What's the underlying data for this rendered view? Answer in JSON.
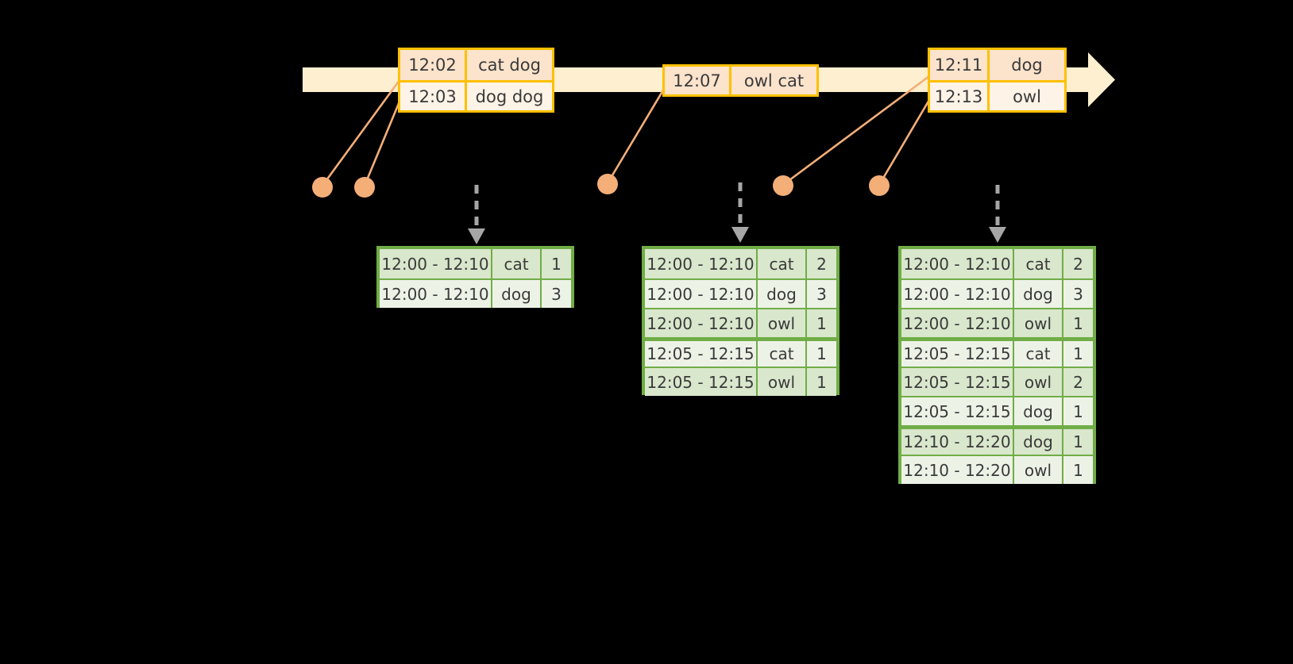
{
  "diagram": {
    "title": "windowed-word-count-timeline",
    "colors": {
      "background": "#000000",
      "timeline_bar": "#FDEFCF",
      "event_border": "#FFC000",
      "event_fill_top": "#FCE3CC",
      "event_fill_bottom": "#FDF3E7",
      "connector": "#F4AE78",
      "dot": "#F4AE78",
      "table_border": "#70AD47",
      "table_fill_even": "#D9E7CC",
      "table_fill_odd": "#EDF2E7",
      "arrow": "#A6A6A6"
    }
  },
  "timeline": {
    "arrow_icon": "right-arrow-icon",
    "events": [
      {
        "id": "event-group-1",
        "rows": [
          {
            "time": "12:02",
            "words": "cat dog"
          },
          {
            "time": "12:03",
            "words": "dog dog"
          }
        ]
      },
      {
        "id": "event-group-2",
        "rows": [
          {
            "time": "12:07",
            "words": "owl cat"
          }
        ]
      },
      {
        "id": "event-group-3",
        "rows": [
          {
            "time": "12:11",
            "words": "dog"
          },
          {
            "time": "12:13",
            "words": "owl"
          }
        ]
      }
    ]
  },
  "results": [
    {
      "id": "result-table-1",
      "rows": [
        {
          "window": "12:00 - 12:10",
          "word": "cat",
          "count": "1",
          "group": 0
        },
        {
          "window": "12:00 - 12:10",
          "word": "dog",
          "count": "3",
          "group": 0
        }
      ]
    },
    {
      "id": "result-table-2",
      "rows": [
        {
          "window": "12:00 - 12:10",
          "word": "cat",
          "count": "2",
          "group": 0
        },
        {
          "window": "12:00 - 12:10",
          "word": "dog",
          "count": "3",
          "group": 0
        },
        {
          "window": "12:00 - 12:10",
          "word": "owl",
          "count": "1",
          "group": 0
        },
        {
          "window": "12:05 - 12:15",
          "word": "cat",
          "count": "1",
          "group": 1
        },
        {
          "window": "12:05 - 12:15",
          "word": "owl",
          "count": "1",
          "group": 1
        }
      ]
    },
    {
      "id": "result-table-3",
      "rows": [
        {
          "window": "12:00 - 12:10",
          "word": "cat",
          "count": "2",
          "group": 0
        },
        {
          "window": "12:00 - 12:10",
          "word": "dog",
          "count": "3",
          "group": 0
        },
        {
          "window": "12:00 - 12:10",
          "word": "owl",
          "count": "1",
          "group": 0
        },
        {
          "window": "12:05 - 12:15",
          "word": "cat",
          "count": "1",
          "group": 1
        },
        {
          "window": "12:05 - 12:15",
          "word": "owl",
          "count": "2",
          "group": 1
        },
        {
          "window": "12:05 - 12:15",
          "word": "dog",
          "count": "1",
          "group": 1
        },
        {
          "window": "12:10 - 12:20",
          "word": "dog",
          "count": "1",
          "group": 2
        },
        {
          "window": "12:10 - 12:20",
          "word": "owl",
          "count": "1",
          "group": 2
        }
      ]
    }
  ]
}
